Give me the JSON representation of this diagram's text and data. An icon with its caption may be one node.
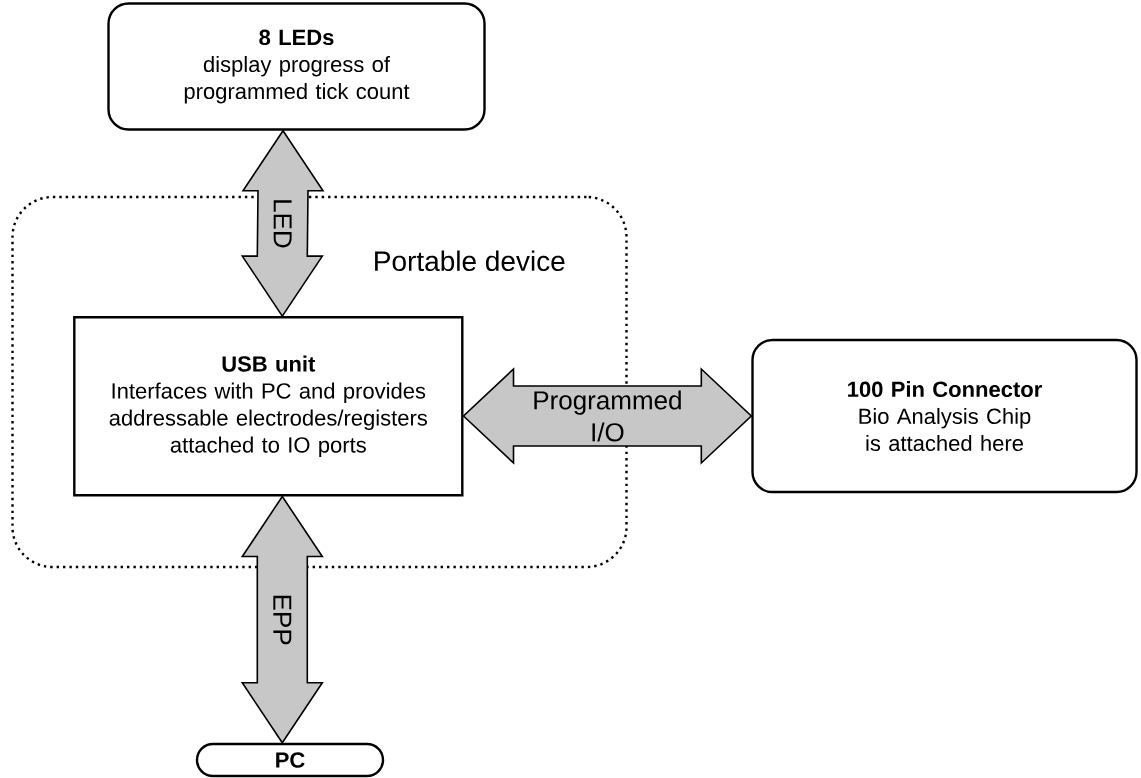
{
  "diagram": {
    "nodes": [
      {
        "text": [
          "Portable device"
        ]
      },
      {
        "text": [
          "8 LEDs",
          "display progress of programmed tick count"
        ]
      },
      {
        "text": [
          "USB unit",
          "Interfaces with PC and provides addressable electrodes/registers attached to IO ports"
        ],
        "in": 0
      },
      {
        "text": [
          "100 Pin Connector",
          "Bio Analysis Chip is attached here"
        ]
      },
      {
        "text": [
          "PC"
        ]
      }
    ],
    "edges": [
      {
        "from": 1,
        "to": 2,
        "arrow": "both",
        "label": "LED"
      },
      {
        "from": 2,
        "to": 3,
        "arrow": "both",
        "label": "Programmed I/O"
      },
      {
        "from": 2,
        "to": 4,
        "arrow": "both",
        "label": "EPP"
      }
    ]
  }
}
